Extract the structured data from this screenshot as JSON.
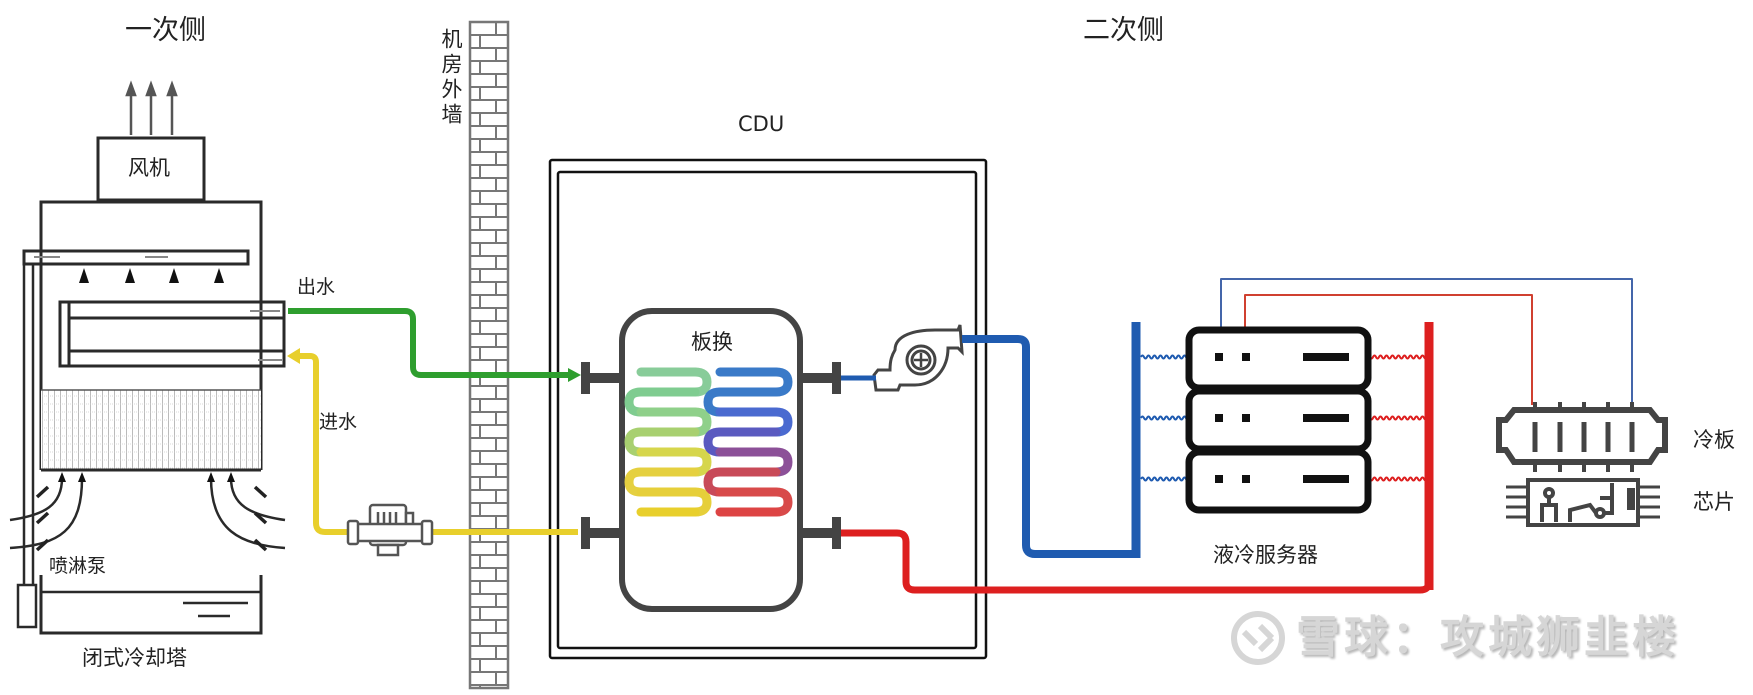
{
  "headers": {
    "primary_side": "一次侧",
    "secondary_side": "二次侧"
  },
  "cooling_tower": {
    "title": "闭式冷却塔",
    "fan_label": "风机",
    "spray_pump_label": "喷淋泵",
    "outlet_label": "出水",
    "inlet_label": "进水"
  },
  "wall": {
    "label": "机房外墙"
  },
  "cdu": {
    "title": "CDU",
    "plate_exchanger_label": "板换"
  },
  "servers": {
    "label": "液冷服务器",
    "count": 3
  },
  "chip_module": {
    "cold_plate_label": "冷板",
    "chip_label": "芯片"
  },
  "watermark": {
    "icon": "xueqiu-logo-icon",
    "text": "雪球：攻城狮韭楼"
  },
  "colors": {
    "outlet_pipe": "#2e9e2e",
    "inlet_pipe": "#e8cf2c",
    "secondary_supply": "#1f5bb0",
    "secondary_return": "#dd1f1f",
    "outline": "#2a2a2a",
    "equipment_gray": "#4a4a4a",
    "wall_line": "#777777"
  }
}
